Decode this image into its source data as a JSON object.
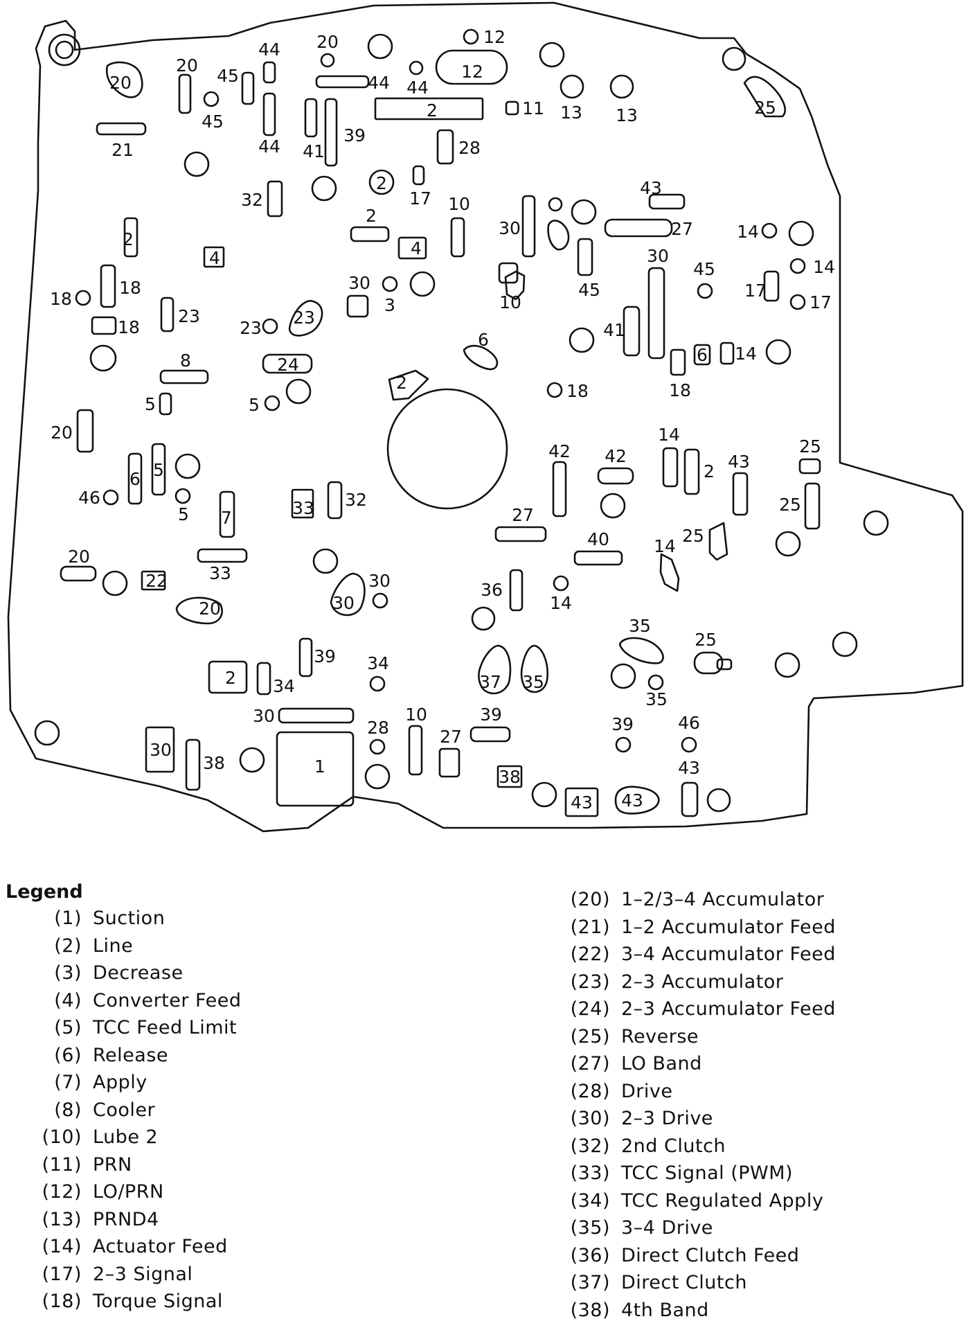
{
  "diagram": {
    "labels": {
      "n1": "1",
      "n2": "2",
      "n3": "3",
      "n4": "4",
      "n5": "5",
      "n6": "6",
      "n7": "7",
      "n8": "8",
      "n10": "10",
      "n11": "11",
      "n12": "12",
      "n13": "13",
      "n14": "14",
      "n17": "17",
      "n18": "18",
      "n20": "20",
      "n21": "21",
      "n22": "22",
      "n23": "23",
      "n24": "24",
      "n25": "25",
      "n27": "27",
      "n28": "28",
      "n30": "30",
      "n32": "32",
      "n33": "33",
      "n34": "34",
      "n35": "35",
      "n36": "36",
      "n37": "37",
      "n38": "38",
      "n39": "39",
      "n40": "40",
      "n41": "41",
      "n42": "42",
      "n43": "43",
      "n44": "44",
      "n45": "45",
      "n46": "46"
    }
  },
  "legend": {
    "title": "Legend",
    "left": [
      {
        "num": "(1)",
        "text": "Suction"
      },
      {
        "num": "(2)",
        "text": "Line"
      },
      {
        "num": "(3)",
        "text": "Decrease"
      },
      {
        "num": "(4)",
        "text": "Converter Feed"
      },
      {
        "num": "(5)",
        "text": "TCC Feed Limit"
      },
      {
        "num": "(6)",
        "text": "Release"
      },
      {
        "num": "(7)",
        "text": "Apply"
      },
      {
        "num": "(8)",
        "text": "Cooler"
      },
      {
        "num": "(10)",
        "text": "Lube 2"
      },
      {
        "num": "(11)",
        "text": "PRN"
      },
      {
        "num": "(12)",
        "text": "LO/PRN"
      },
      {
        "num": "(13)",
        "text": "PRND4"
      },
      {
        "num": "(14)",
        "text": "Actuator Feed"
      },
      {
        "num": "(17)",
        "text": "2–3 Signal"
      },
      {
        "num": "(18)",
        "text": "Torque Signal"
      }
    ],
    "right": [
      {
        "num": "(20)",
        "text": "1–2/3–4 Accumulator"
      },
      {
        "num": "(21)",
        "text": "1–2 Accumulator Feed"
      },
      {
        "num": "(22)",
        "text": "3–4 Accumulator Feed"
      },
      {
        "num": "(23)",
        "text": "2–3 Accumulator"
      },
      {
        "num": "(24)",
        "text": "2–3 Accumulator Feed"
      },
      {
        "num": "(25)",
        "text": "Reverse"
      },
      {
        "num": "(27)",
        "text": "LO Band"
      },
      {
        "num": "(28)",
        "text": "Drive"
      },
      {
        "num": "(30)",
        "text": "2–3 Drive"
      },
      {
        "num": "(32)",
        "text": "2nd Clutch"
      },
      {
        "num": "(33)",
        "text": "TCC Signal (PWM)"
      },
      {
        "num": "(34)",
        "text": "TCC Regulated Apply"
      },
      {
        "num": "(35)",
        "text": "3–4 Drive"
      },
      {
        "num": "(36)",
        "text": "Direct Clutch Feed"
      },
      {
        "num": "(37)",
        "text": "Direct Clutch"
      },
      {
        "num": "(38)",
        "text": "4th Band"
      }
    ]
  }
}
